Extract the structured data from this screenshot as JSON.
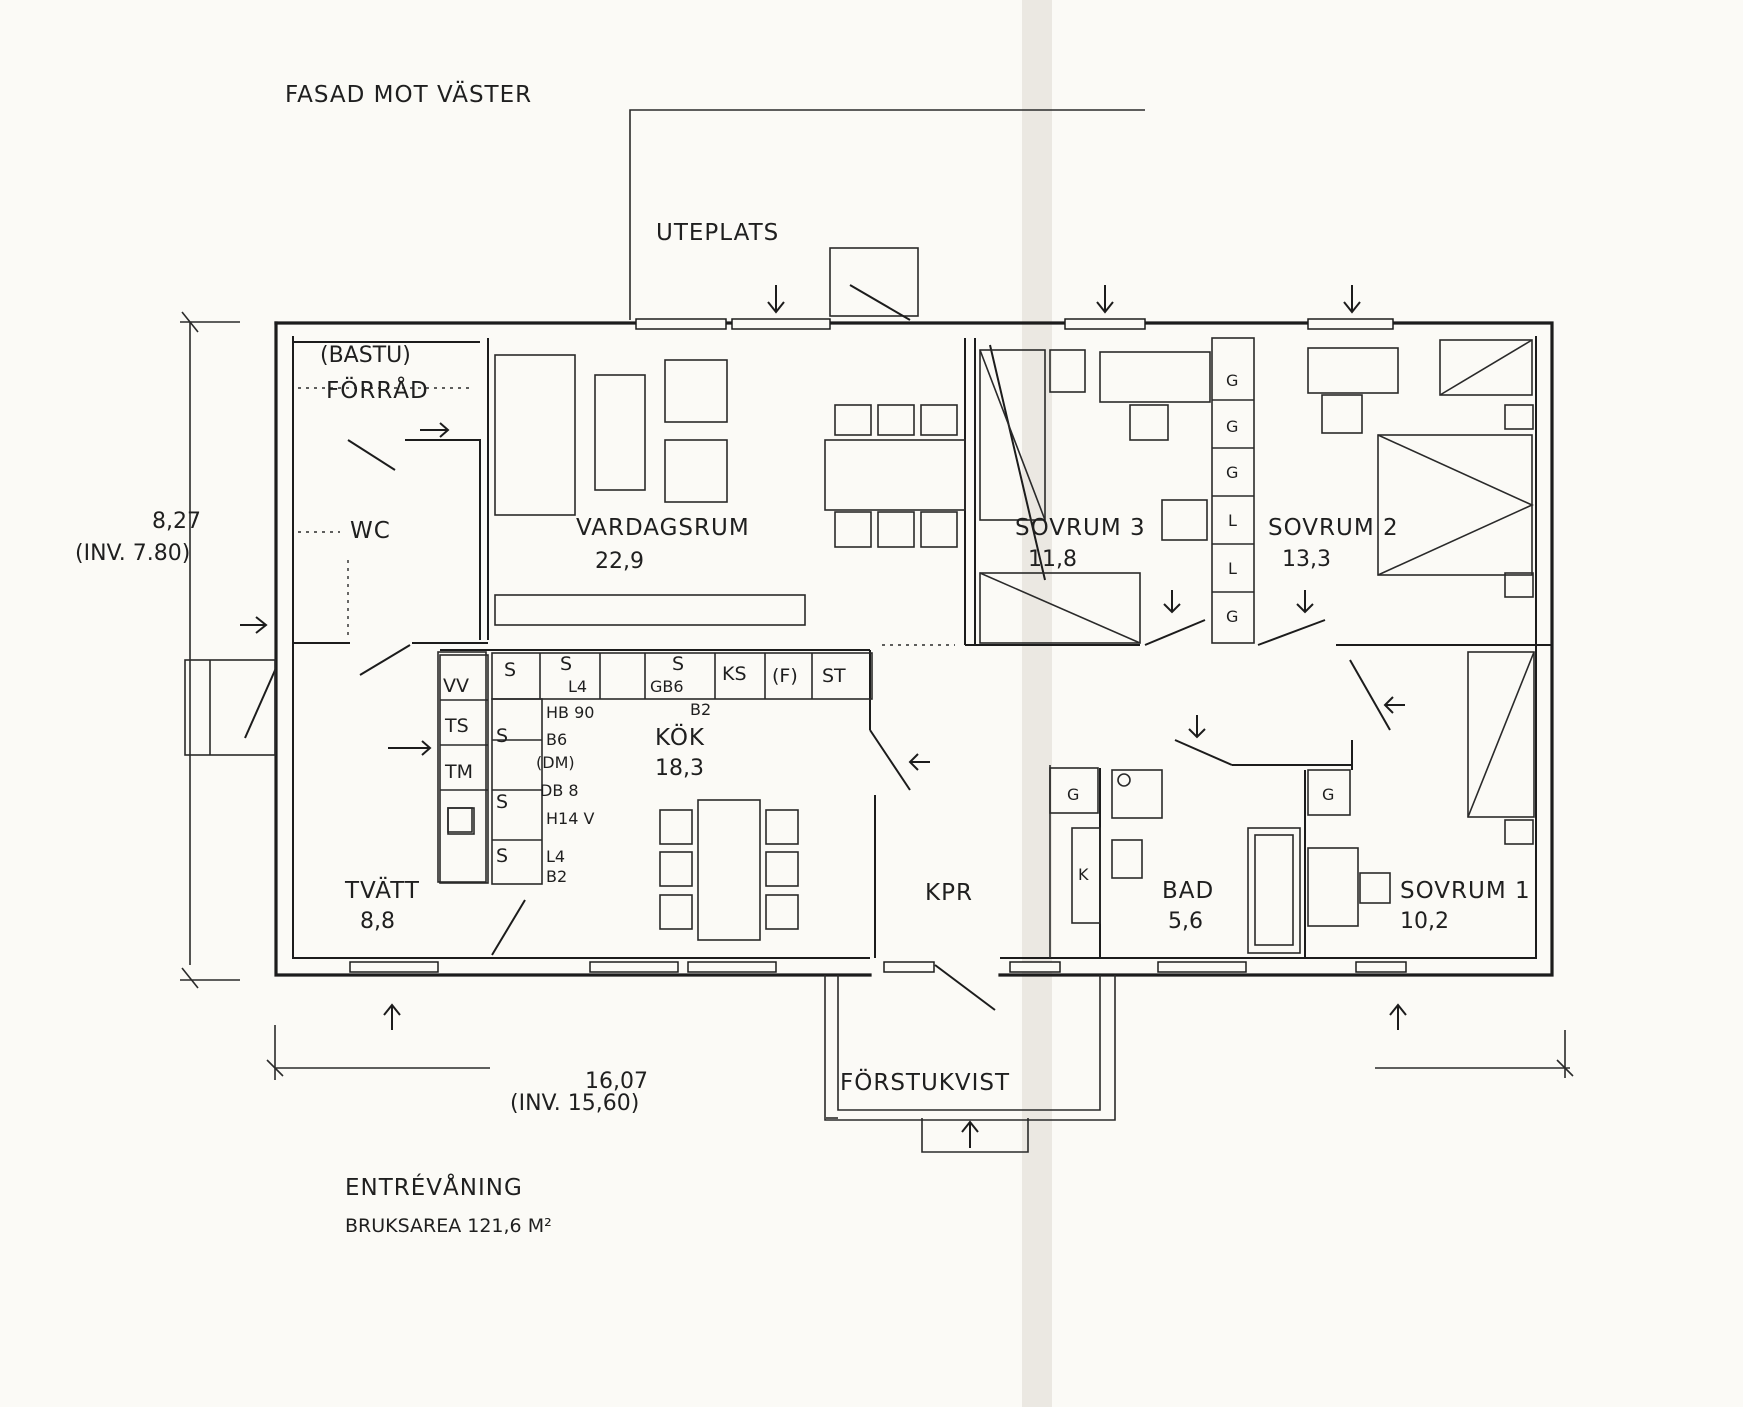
{
  "header": {
    "facade_label": "FASAD MOT VÄSTER"
  },
  "outdoor": {
    "patio": "UTEPLATS",
    "porch": "FÖRSTUKVIST"
  },
  "rooms": {
    "sauna": "(BASTU)",
    "storage": "FÖRRÅD",
    "wc": "WC",
    "living": {
      "name": "VARDAGSRUM",
      "area": "22,9"
    },
    "bedroom3": {
      "name": "SOVRUM 3",
      "area": "11,8"
    },
    "bedroom2": {
      "name": "SOVRUM 2",
      "area": "13,3"
    },
    "bedroom1": {
      "name": "SOVRUM 1",
      "area": "10,2"
    },
    "kitchen": {
      "name": "KÖK",
      "area": "18,3"
    },
    "laundry": {
      "name": "TVÄTT",
      "area": "8,8"
    },
    "bath": {
      "name": "BAD",
      "area": "5,6"
    },
    "hall": "KPR"
  },
  "fixtures": {
    "laundry": [
      "VV",
      "TS",
      "TM"
    ],
    "kitchen_top": [
      "S",
      "S",
      "L4",
      "S",
      "GB6",
      "B2",
      "KS",
      "(F)",
      "ST"
    ],
    "kitchen_side": [
      "S",
      "S",
      "S",
      "HB 90",
      "B6",
      "(DM)",
      "DB 8",
      "H14 V",
      "L4",
      "B2"
    ],
    "wardrobes": [
      "G",
      "G",
      "G",
      "L",
      "L",
      "G"
    ],
    "bath": [
      "G",
      "K",
      "G"
    ]
  },
  "dimensions": {
    "depth": "8,27",
    "depth_inner": "(INV. 7.80)",
    "width": "16,07",
    "width_inner": "(INV. 15,60)"
  },
  "footer": {
    "floor_name": "ENTRÉVÅNING",
    "usable_area": "BRUKSAREA  121,6 M²"
  }
}
